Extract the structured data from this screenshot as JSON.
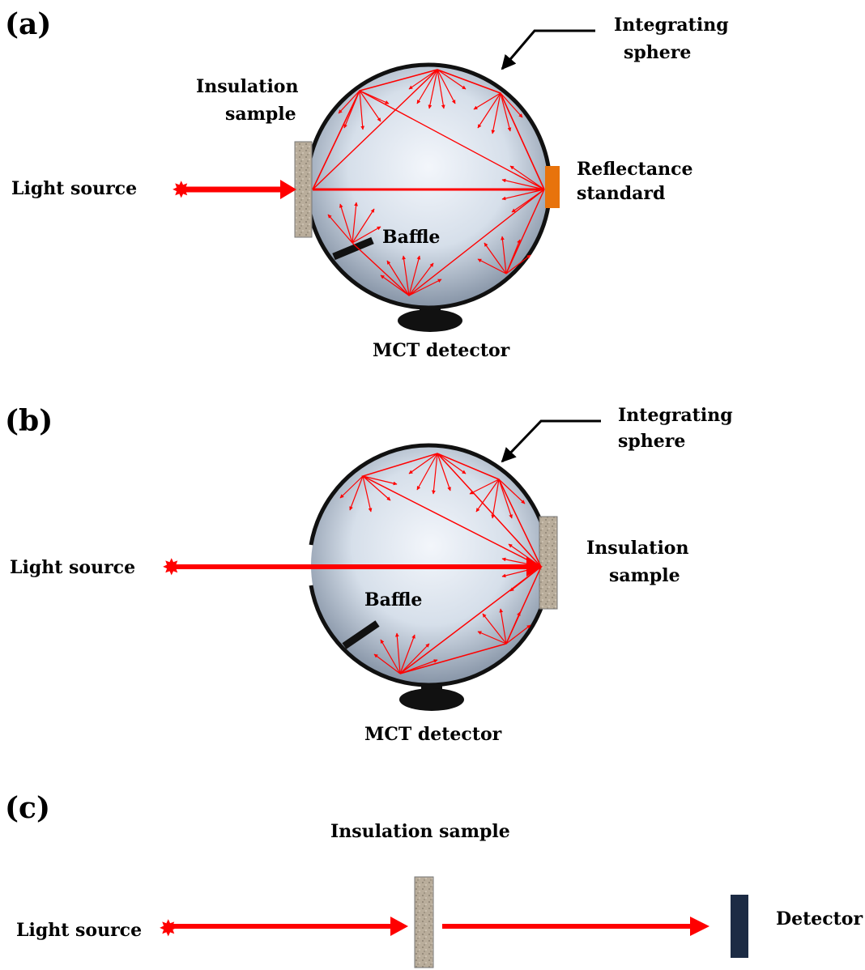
{
  "panels": {
    "a": {
      "label": "(a)",
      "integrating_sphere": [
        "Integrating",
        "sphere"
      ],
      "insulation_sample": [
        "Insulation",
        "sample"
      ],
      "light_source": "Light source",
      "reflectance_standard": [
        "Reflectance",
        "standard"
      ],
      "baffle": "Baffle",
      "detector": "MCT detector"
    },
    "b": {
      "label": "(b)",
      "integrating_sphere": [
        "Integrating",
        "sphere"
      ],
      "light_source": "Light source",
      "insulation_sample": [
        "Insulation",
        "sample"
      ],
      "baffle": "Baffle",
      "detector": "MCT detector"
    },
    "c": {
      "label": "(c)",
      "insulation_sample": "Insulation sample",
      "light_source": "Light source",
      "detector": "Detector"
    }
  },
  "colors": {
    "beam": "#ff0000",
    "sphere_outline": "#111111",
    "sample": "#b8ab98",
    "reflectance_standard": "#e8730c",
    "detector_c": "#1c2b44"
  }
}
